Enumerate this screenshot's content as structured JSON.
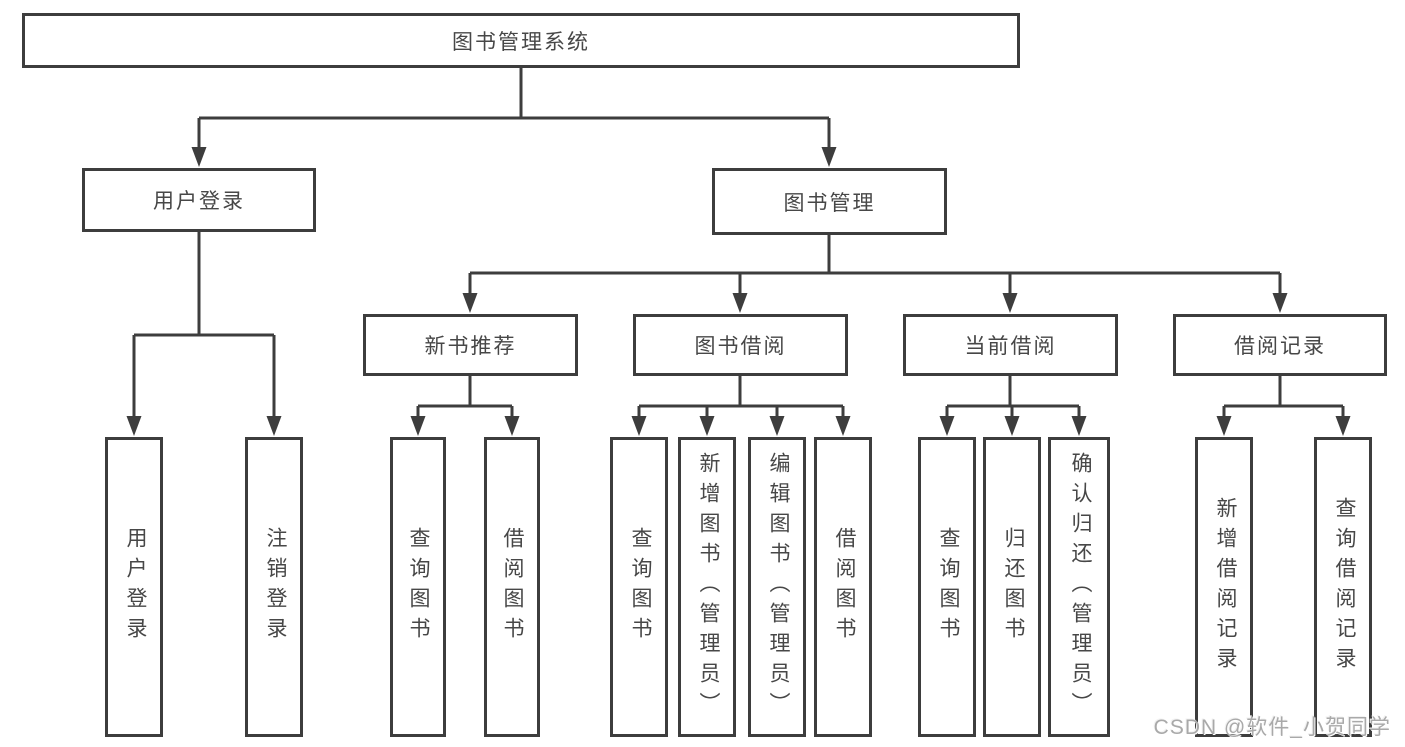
{
  "tree": {
    "root": {
      "label": "图书管理系统"
    },
    "branches": [
      {
        "label": "用户登录",
        "children": [
          {
            "label": "用户登录"
          },
          {
            "label": "注销登录"
          }
        ]
      },
      {
        "label": "图书管理",
        "children": [
          {
            "label": "新书推荐",
            "children": [
              {
                "label": "查询图书"
              },
              {
                "label": "借阅图书"
              }
            ]
          },
          {
            "label": "图书借阅",
            "children": [
              {
                "label": "查询图书"
              },
              {
                "label": "新增图书（管理员）"
              },
              {
                "label": "编辑图书（管理员）"
              },
              {
                "label": "借阅图书"
              }
            ]
          },
          {
            "label": "当前借阅",
            "children": [
              {
                "label": "查询图书"
              },
              {
                "label": "归还图书"
              },
              {
                "label": "确认归还（管理员）"
              }
            ]
          },
          {
            "label": "借阅记录",
            "children": [
              {
                "label": "新增借阅记录"
              },
              {
                "label": "查询借阅记录"
              }
            ]
          }
        ]
      }
    ]
  },
  "watermark": {
    "text": "CSDN @软件_小贺同学"
  },
  "colors": {
    "line": "#3d3d3d",
    "text": "#474747",
    "watermark": "#a9a9a9",
    "background": "#ffffff"
  }
}
